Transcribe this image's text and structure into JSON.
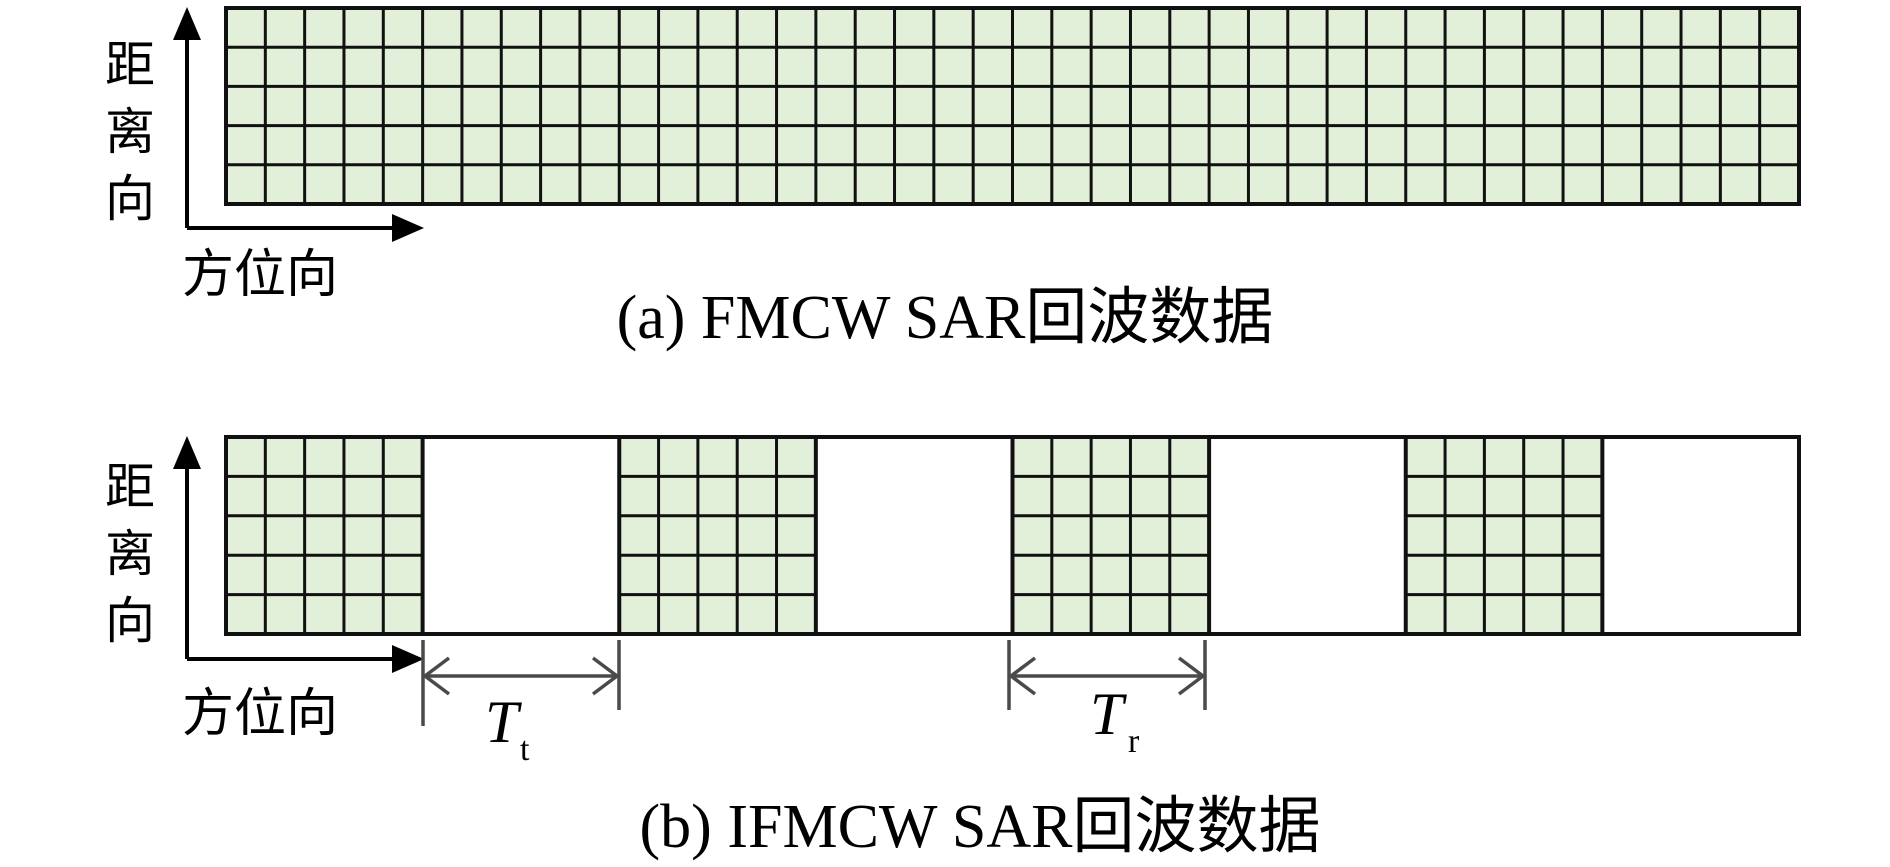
{
  "panels": [
    {
      "id": "a",
      "caption": "(a) FMCW SAR回波数据",
      "y_axis_label": "距离向",
      "x_axis_label": "方位向",
      "grid_rows": 5,
      "grid_cols": 40
    },
    {
      "id": "b",
      "caption": "(b) IFMCW SAR回波数据",
      "y_axis_label": "距离向",
      "x_axis_label": "方位向",
      "grid_rows": 5,
      "block_cols": 5,
      "block_count": 4,
      "tt_symbol": "T",
      "tt_subscript": "t",
      "tr_symbol": "T",
      "tr_subscript": "r"
    }
  ],
  "colors": {
    "cell_fill": "#e2f0da",
    "grid_line": "#111111",
    "axis": "#000000",
    "dimension_line": "#4a4a4a",
    "text": "#000000"
  }
}
